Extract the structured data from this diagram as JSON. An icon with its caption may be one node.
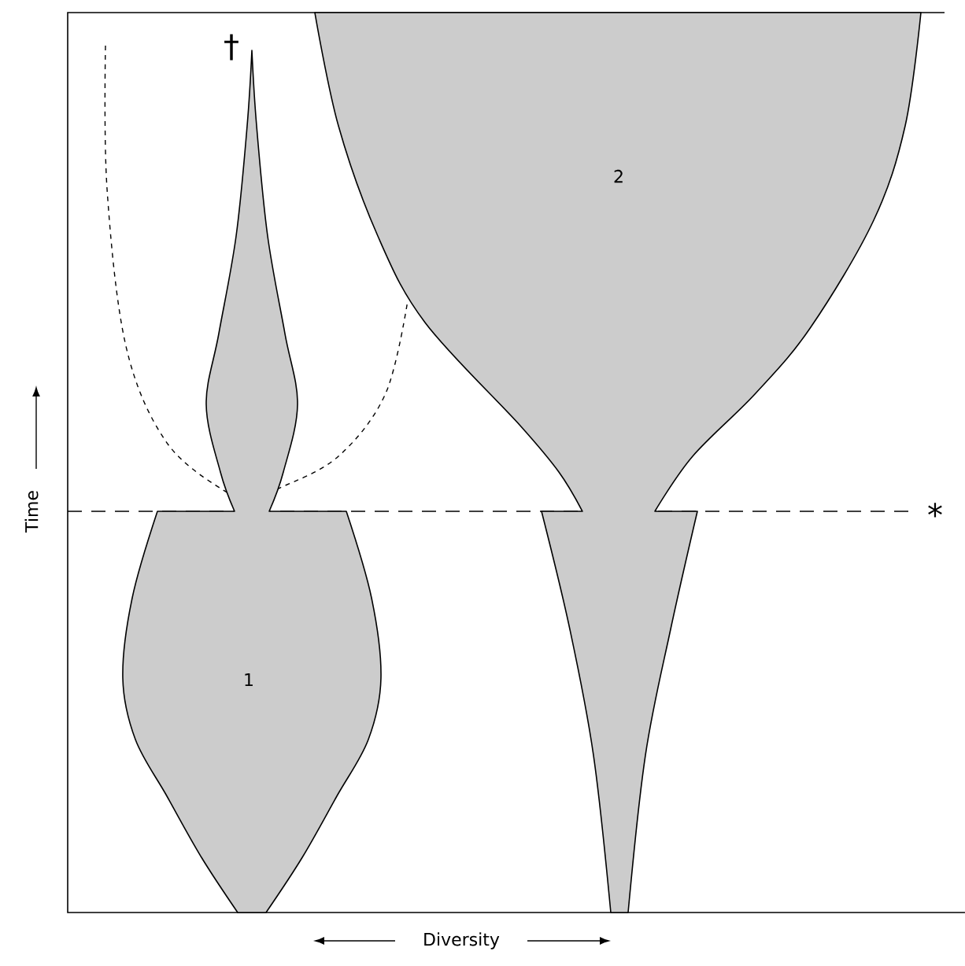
{
  "diagram": {
    "nodes": [
      {
        "text": [
          "1"
        ]
      },
      {
        "text": [
          "2"
        ]
      }
    ],
    "labels": [
      "†",
      "Time",
      "*",
      "Diversity"
    ]
  }
}
